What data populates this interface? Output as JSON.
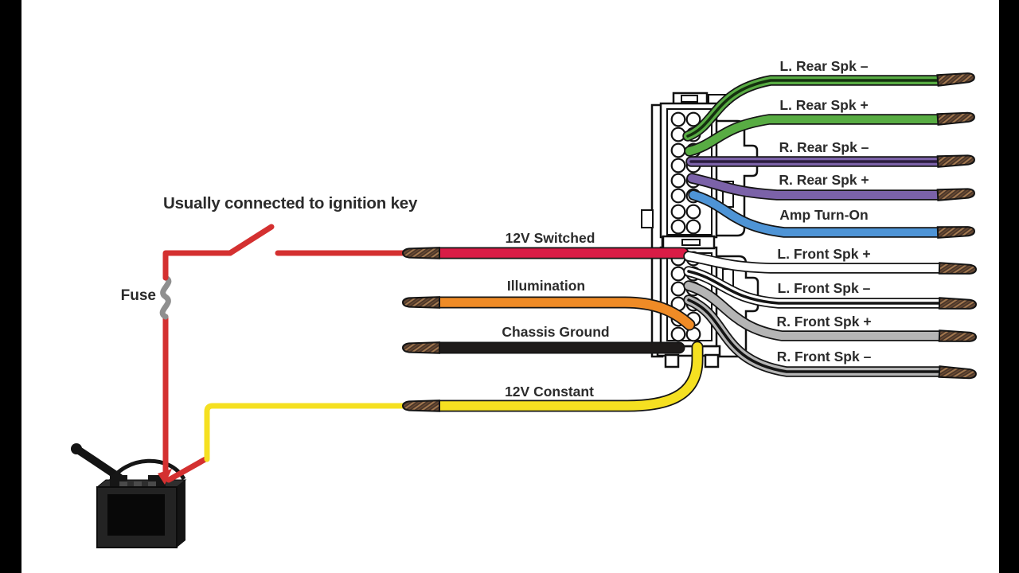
{
  "annotations": {
    "ignition_note": "Usually connected to ignition key",
    "fuse_label": "Fuse"
  },
  "head_unit_wires": [
    {
      "label": "12V Switched",
      "color": "#D91C46"
    },
    {
      "label": "Illumination",
      "color": "#EF8B26"
    },
    {
      "label": "Chassis Ground",
      "color": "#1E1B1A"
    },
    {
      "label": "12V Constant",
      "color": "#F5E021"
    }
  ],
  "harness_wires": [
    {
      "label": "L. Rear Spk –",
      "color": "#58AC43",
      "stripe": "#14300E"
    },
    {
      "label": "L. Rear Spk +",
      "color": "#58AC43"
    },
    {
      "label": "R. Rear Spk –",
      "color": "#7B62A8",
      "stripe": "#2A1C3E"
    },
    {
      "label": "R. Rear Spk +",
      "color": "#7B62A8"
    },
    {
      "label": "Amp Turn-On",
      "color": "#4E94D6"
    },
    {
      "label": "L. Front Spk +",
      "color": "#FFFFFF"
    },
    {
      "label": "L. Front Spk –",
      "color": "#FFFFFF",
      "stripe": "#141414"
    },
    {
      "label": "R. Front Spk +",
      "color": "#B5B5B5"
    },
    {
      "label": "R. Front Spk –",
      "color": "#B5B5B5",
      "stripe": "#141414"
    }
  ],
  "palette": {
    "circuit_red": "#D43030",
    "fuse_gray": "#8F8F8F",
    "copper_dark": "#4A3629",
    "copper_light": "#A3784F"
  }
}
